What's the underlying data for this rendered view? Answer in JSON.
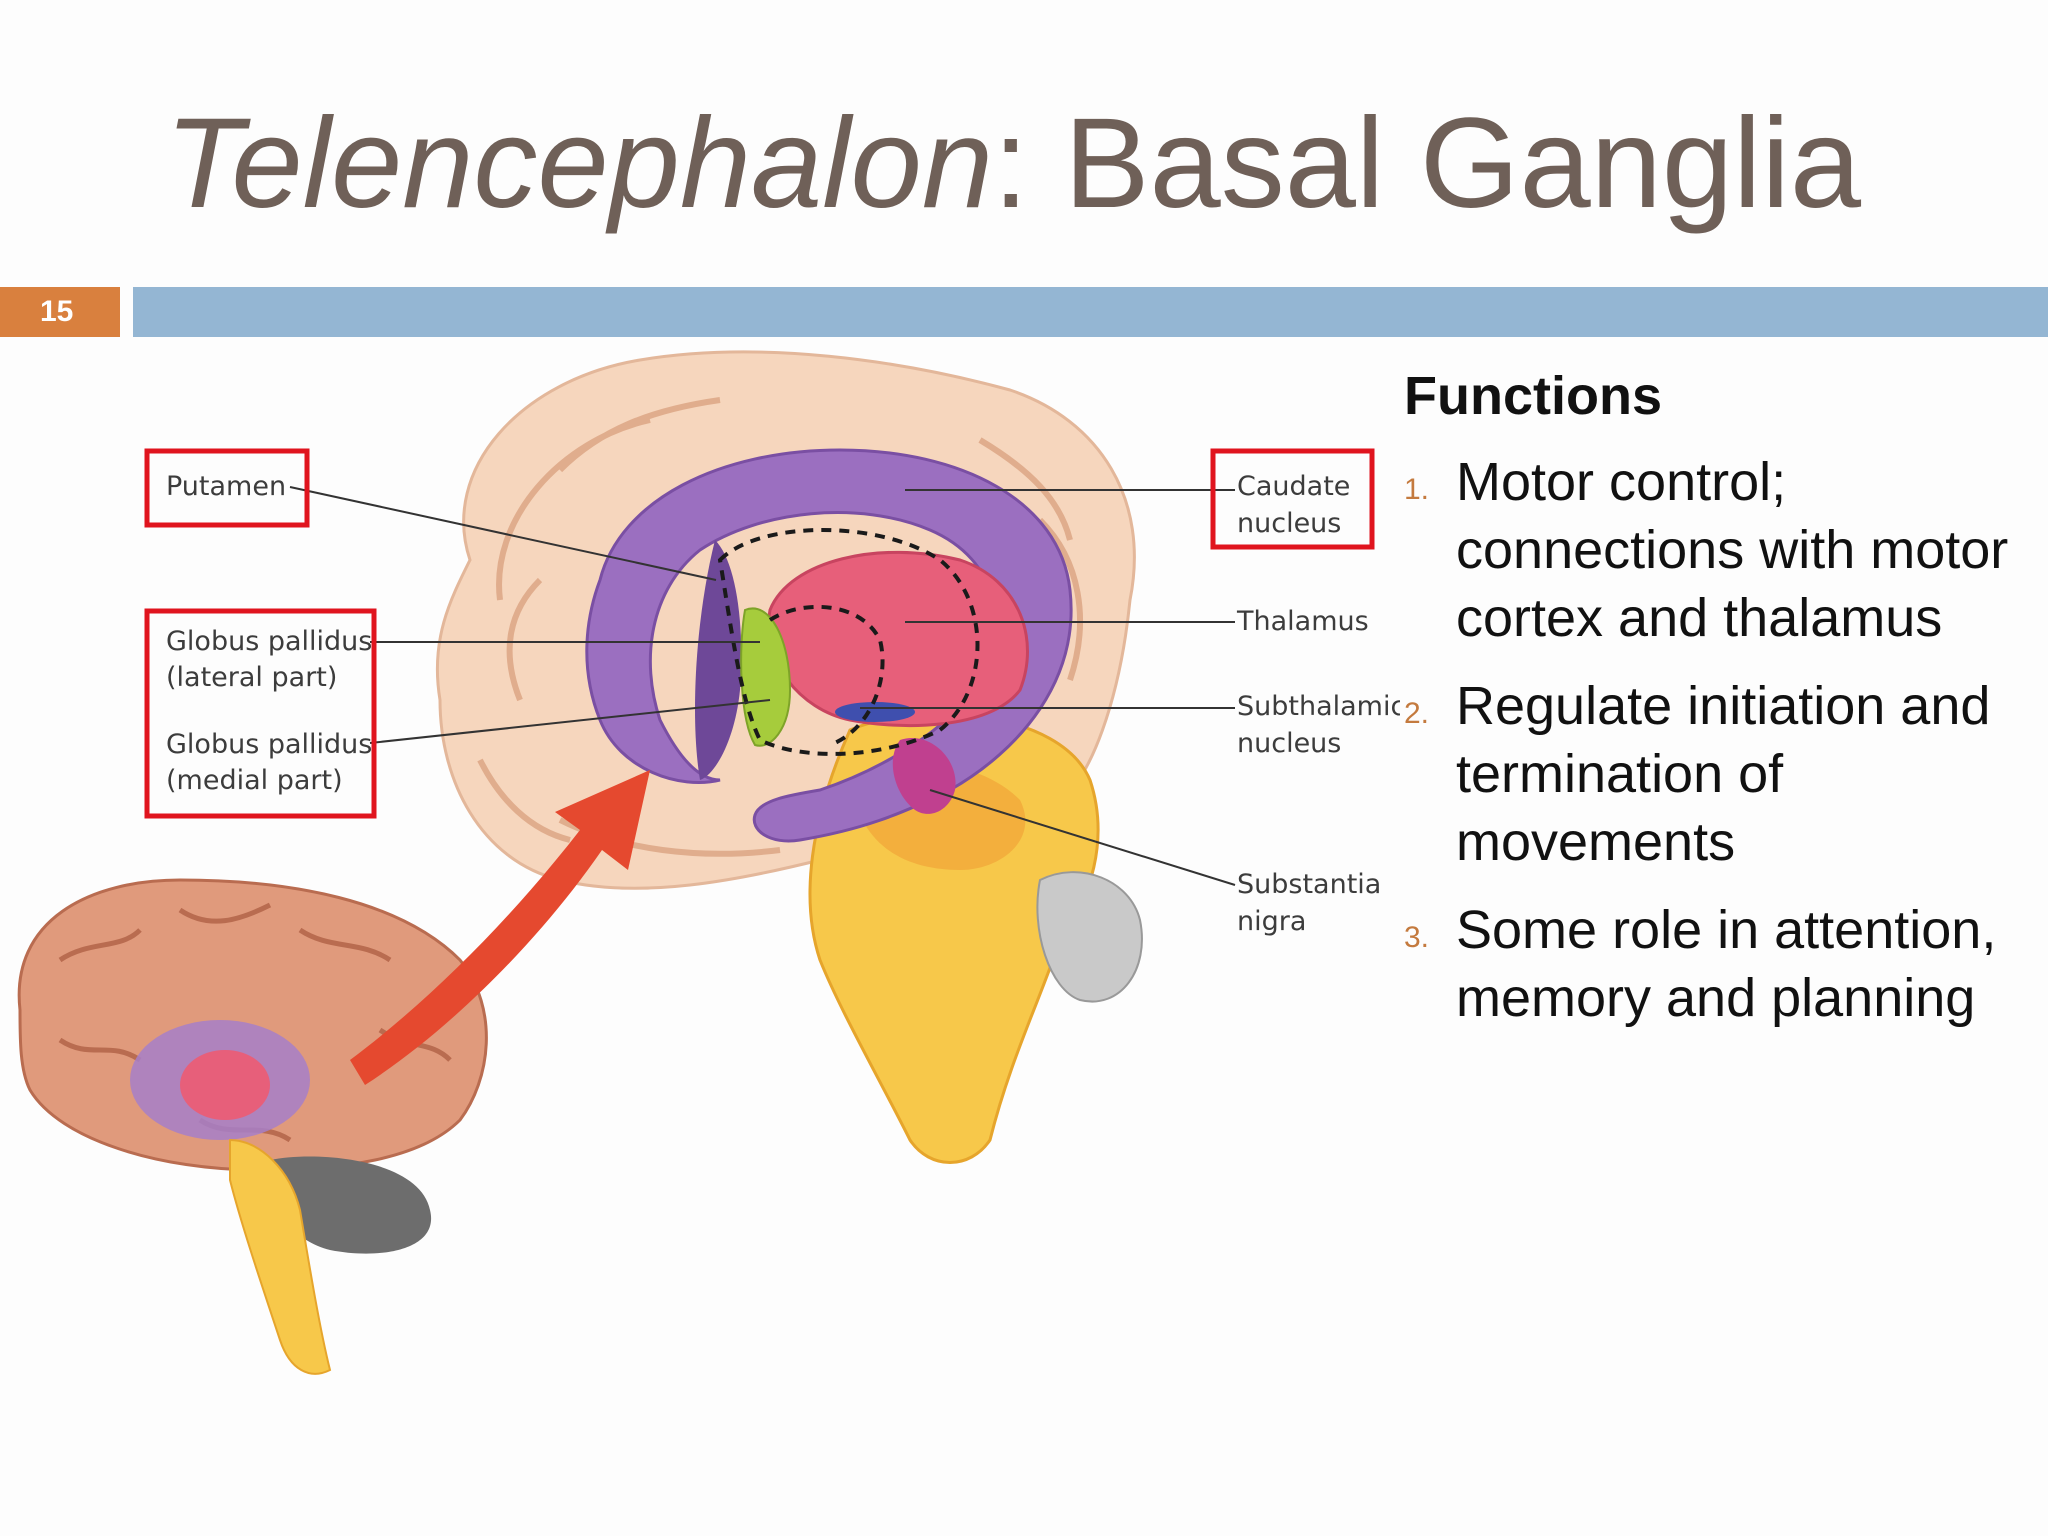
{
  "slide": {
    "title_italic": "Telencephalon",
    "title_rest": ": Basal Ganglia",
    "number": "15"
  },
  "diagram": {
    "labels": {
      "putamen": "Putamen",
      "gp_lateral_1": "Globus pallidus",
      "gp_lateral_2": "(lateral part)",
      "gp_medial_1": "Globus pallidus",
      "gp_medial_2": "(medial part)",
      "caudate_1": "Caudate",
      "caudate_2": "nucleus",
      "thalamus": "Thalamus",
      "subthalamic_1": "Subthalamic",
      "subthalamic_2": "nucleus",
      "substantia_1": "Substantia",
      "substantia_2": "nigra"
    },
    "highlight_color": "#e0141e"
  },
  "functions": {
    "heading": "Functions",
    "items": [
      {
        "num": "1.",
        "text": "Motor control; connections with motor cortex and thalamus"
      },
      {
        "num": "2.",
        "text": "Regulate initiation and termination of movements"
      },
      {
        "num": "3.",
        "text": "Some role in attention, memory and planning"
      }
    ]
  }
}
